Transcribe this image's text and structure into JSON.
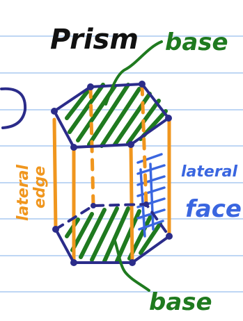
{
  "labels": {
    "title": "Prism",
    "base_top": "base",
    "base_bottom": "base",
    "lateral_edge_line1": "lateral",
    "lateral_edge_line2": "edge",
    "lateral_face_line1": "lateral",
    "lateral_face_line2": "face"
  },
  "colors": {
    "paper": "#ffffff",
    "ruled_line": "#a9c8f0",
    "black_ink": "#111111",
    "green_ink": "#1f7a1f",
    "orange_ink": "#f0961e",
    "blue_ink": "#3a66e0",
    "navy_ink": "#2b2c8a"
  }
}
